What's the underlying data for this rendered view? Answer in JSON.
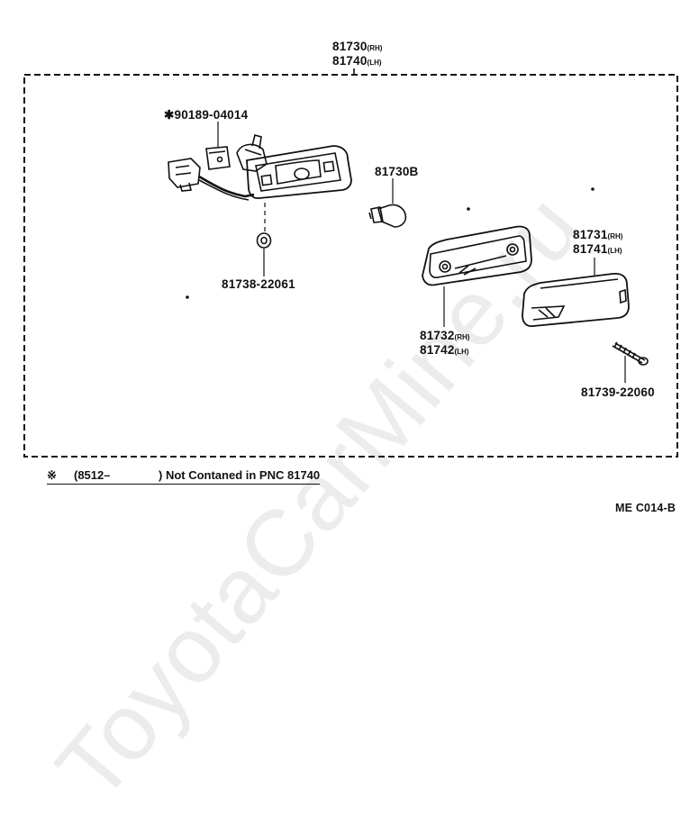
{
  "watermark": "ToyotaCarMine.ru",
  "assembly": {
    "part_rh": "81730",
    "suffix_rh": "(RH)",
    "part_lh": "81740",
    "suffix_lh": "(LH)"
  },
  "parts": {
    "socket_wire": {
      "mark": "✱",
      "number": "90189-04014"
    },
    "bulb": {
      "number": "81730B"
    },
    "gasket": {
      "number": "81738-22061"
    },
    "housing": {
      "rh": "81732",
      "rh_suffix": "(RH)",
      "lh": "81742",
      "lh_suffix": "(LH)"
    },
    "lens": {
      "rh": "81731",
      "rh_suffix": "(RH)",
      "lh": "81741",
      "lh_suffix": "(LH)"
    },
    "screw": {
      "number": "81739-22060"
    }
  },
  "footnote": {
    "symbol": "※",
    "range": "(8512–",
    "text": ") Not Contaned in PNC 81740"
  },
  "diagram_code": "ME C014-B"
}
